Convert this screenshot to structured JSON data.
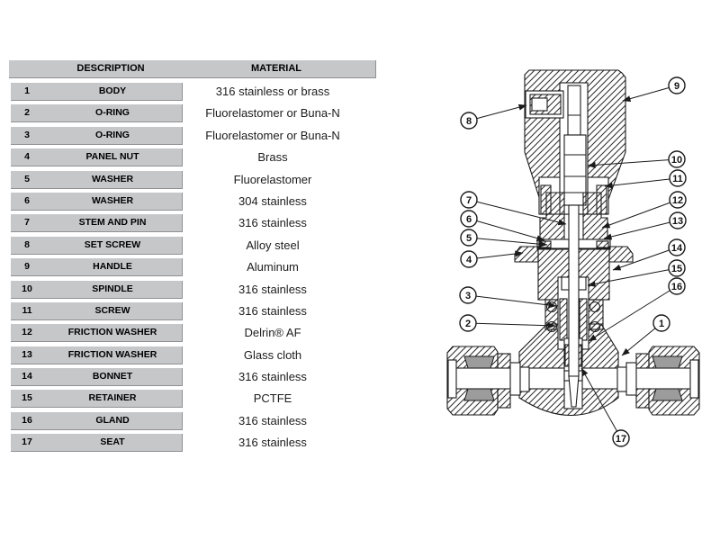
{
  "colors": {
    "bar_gray": "#c6c7c9",
    "bar_edge": "#909092",
    "line": "#1a1a1a",
    "ferrule_gray": "#9c9c9c"
  },
  "parts_table": {
    "headers": {
      "description": "DESCRIPTION",
      "material": "MATERIAL"
    },
    "rows": [
      {
        "no": "1",
        "description": "BODY",
        "material": "316 stainless or brass"
      },
      {
        "no": "2",
        "description": "O-RING",
        "material": "Fluorelastomer or Buna-N"
      },
      {
        "no": "3",
        "description": "O-RING",
        "material": "Fluorelastomer or Buna-N"
      },
      {
        "no": "4",
        "description": "PANEL NUT",
        "material": "Brass"
      },
      {
        "no": "5",
        "description": "WASHER",
        "material": "Fluorelastomer"
      },
      {
        "no": "6",
        "description": "WASHER",
        "material": "304 stainless"
      },
      {
        "no": "7",
        "description": "STEM AND PIN",
        "material": "316 stainless"
      },
      {
        "no": "8",
        "description": "SET SCREW",
        "material": "Alloy steel"
      },
      {
        "no": "9",
        "description": "HANDLE",
        "material": "Aluminum"
      },
      {
        "no": "10",
        "description": "SPINDLE",
        "material": "316 stainless"
      },
      {
        "no": "11",
        "description": "SCREW",
        "material": "316 stainless"
      },
      {
        "no": "12",
        "description": "FRICTION WASHER",
        "material": "Delrin® AF"
      },
      {
        "no": "13",
        "description": "FRICTION WASHER",
        "material": "Glass cloth"
      },
      {
        "no": "14",
        "description": "BONNET",
        "material": "316 stainless"
      },
      {
        "no": "15",
        "description": "RETAINER",
        "material": "PCTFE"
      },
      {
        "no": "16",
        "description": "GLAND",
        "material": "316 stainless"
      },
      {
        "no": "17",
        "description": "SEAT",
        "material": "316 stainless"
      }
    ]
  },
  "diagram": {
    "type": "valve-cross-section",
    "callouts": [
      "1",
      "2",
      "3",
      "4",
      "5",
      "6",
      "7",
      "8",
      "9",
      "10",
      "11",
      "12",
      "13",
      "14",
      "15",
      "16",
      "17"
    ]
  }
}
